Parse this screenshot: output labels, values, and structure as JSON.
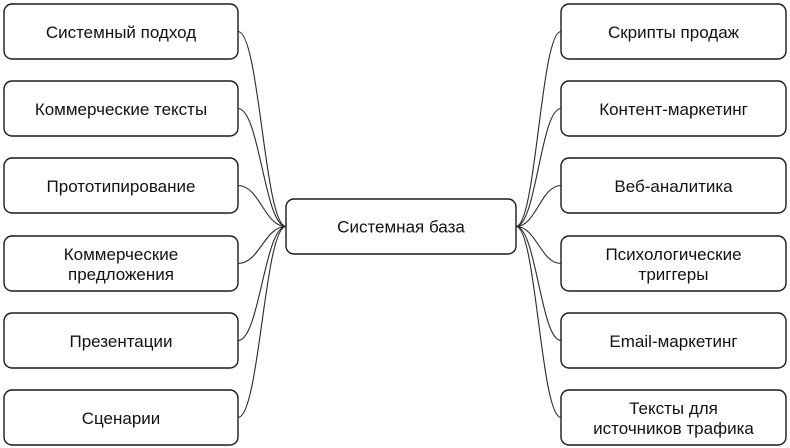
{
  "diagram": {
    "center": {
      "label": "Системная база"
    },
    "left_nodes": [
      {
        "lines": [
          "Системный подход"
        ]
      },
      {
        "lines": [
          "Коммерческие тексты"
        ]
      },
      {
        "lines": [
          "Прототипирование"
        ]
      },
      {
        "lines": [
          "Коммерческие",
          "предложения"
        ]
      },
      {
        "lines": [
          "Презентации"
        ]
      },
      {
        "lines": [
          "Сценарии"
        ]
      }
    ],
    "right_nodes": [
      {
        "lines": [
          "Скрипты продаж"
        ]
      },
      {
        "lines": [
          "Контент-маркетинг"
        ]
      },
      {
        "lines": [
          "Веб-аналитика"
        ]
      },
      {
        "lines": [
          "Психологические",
          "триггеры"
        ]
      },
      {
        "lines": [
          "Email-маркетинг"
        ]
      },
      {
        "lines": [
          "Тексты для",
          "источников трафика"
        ]
      }
    ]
  }
}
